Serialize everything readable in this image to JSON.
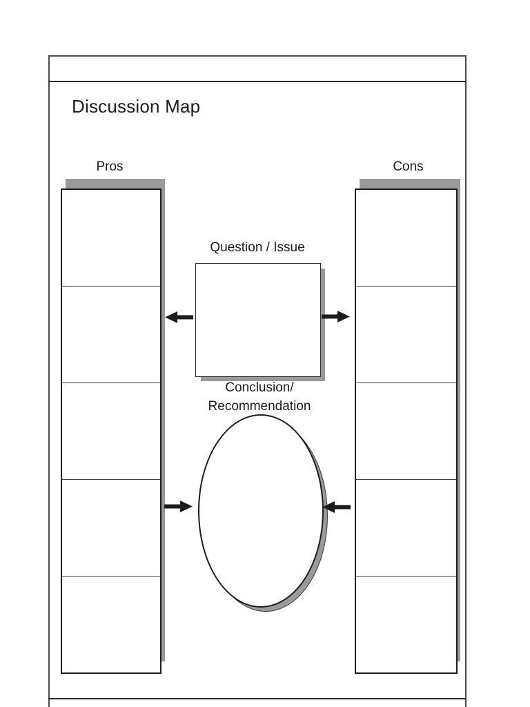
{
  "page": {
    "title": "Discussion Map"
  },
  "pros_column": {
    "label": "Pros",
    "cells": [
      "",
      "",
      "",
      "",
      ""
    ]
  },
  "cons_column": {
    "label": "Cons",
    "cells": [
      "",
      "",
      "",
      "",
      ""
    ]
  },
  "question_box": {
    "label": "Question / Issue",
    "value": ""
  },
  "conclusion": {
    "label_line1": "Conclusion/",
    "label_line2": "Recommendation",
    "value": ""
  },
  "icons": {
    "arrow_question_to_pros": "arrow-left-icon",
    "arrow_question_to_cons": "arrow-right-icon",
    "arrow_pros_to_conclusion": "arrow-right-icon",
    "arrow_cons_to_conclusion": "arrow-left-icon"
  },
  "colors": {
    "shadow_gray": "#9a9a9a",
    "line_black": "#1d1d1d",
    "page_border_gray": "#4a4a4a",
    "text": "#1c1c1c",
    "arrow": "#1c1c1c",
    "background": "#ffffff"
  }
}
